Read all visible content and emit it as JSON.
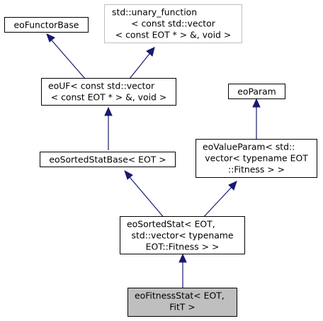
{
  "diagram": {
    "nodes": {
      "functor_base": {
        "lines": [
          "eoFunctorBase"
        ]
      },
      "unary_function": {
        "lines": [
          "std::unary_function",
          "< const std::vector",
          "< const EOT * > &, void >"
        ]
      },
      "uf": {
        "lines": [
          "eoUF< const std::vector",
          "< const EOT * > &, void >"
        ]
      },
      "param": {
        "lines": [
          "eoParam"
        ]
      },
      "sorted_stat_base": {
        "lines": [
          "eoSortedStatBase< EOT >"
        ]
      },
      "value_param": {
        "lines": [
          "eoValueParam< std::",
          "vector< typename EOT",
          "::Fitness > >"
        ]
      },
      "sorted_stat": {
        "lines": [
          "eoSortedStat< EOT,",
          "std::vector< typename",
          "EOT::Fitness > >"
        ]
      },
      "fitness_stat": {
        "lines": [
          "eoFitnessStat< EOT,",
          "FitT >"
        ]
      }
    },
    "colors": {
      "edge": "#191970",
      "highlight_fill": "#bfbfbf",
      "external_border": "#bfbfbf"
    }
  }
}
